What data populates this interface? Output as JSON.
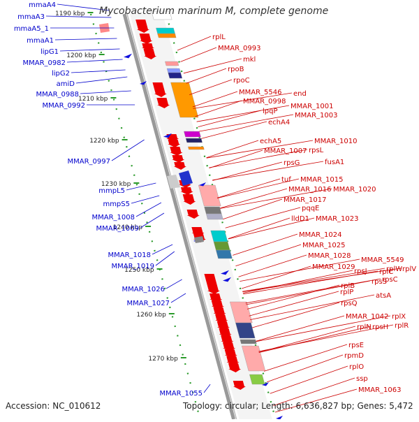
{
  "title": "Mycobacterium marinum M, complete genome",
  "accession_text": "Accession: NC_010612",
  "topology_text": "Topology: circular; Length: 6,636,827 bp; Genes: 5,472",
  "scale_labels": [
    "1190 kbp",
    "1200 kbp",
    "1210 kbp",
    "1220 kbp",
    "1230 kbp",
    "1240 kbp",
    "1250 kbp",
    "1260 kbp",
    "1270 kbp"
  ],
  "left_genes": [
    "mmaA4",
    "mmaA3",
    "mmaA5_1",
    "mmaA1",
    "lipG1",
    "MMAR_0982",
    "lipG2",
    "amiD",
    "MMAR_0988",
    "MMAR_0992",
    "MMAR_0997",
    "mmpL5",
    "mmpS5",
    "MMAR_1008",
    "MMAR_1009",
    "MMAR_1018",
    "MMAR_1019",
    "MMAR_1026",
    "MMAR_1027",
    "MMAR_1055"
  ],
  "right_genes": [
    "rplL",
    "MMAR_0993",
    "mkl",
    "rpoB",
    "rpoC",
    "MMAR_5546",
    "end",
    "MMAR_0998",
    "MMAR_1001",
    "lpqP",
    "MMAR_1003",
    "echA4",
    "echA5",
    "MMAR_1010",
    "MMAR_1007",
    "rpsL",
    "rpsG",
    "fusA1",
    "tuf",
    "MMAR_1015",
    "MMAR_1016",
    "MMAR_1020",
    "MMAR_1017",
    "pqqE",
    "lldD1",
    "MMAR_1023",
    "MMAR_1024",
    "MMAR_1025",
    "MMAR_1028",
    "MMAR_5549",
    "MMAR_1029",
    "rpsJ",
    "rplC",
    "rplW",
    "rplV",
    "rpsS",
    "rplB",
    "rpsC",
    "rplP",
    "atsA",
    "rpsQ",
    "MMAR_1042",
    "rplX",
    "rplN",
    "rpsH",
    "rplR",
    "rpsE",
    "rpmD",
    "rplO",
    "ssp",
    "MMAR_1063"
  ],
  "colors": {
    "left_label": "#0000cc",
    "right_label": "#cc0000",
    "backbone": "#999999",
    "tick": "#2a9a2a",
    "forward_gene": "#1010dd",
    "reverse_gene": "#ee0000"
  }
}
